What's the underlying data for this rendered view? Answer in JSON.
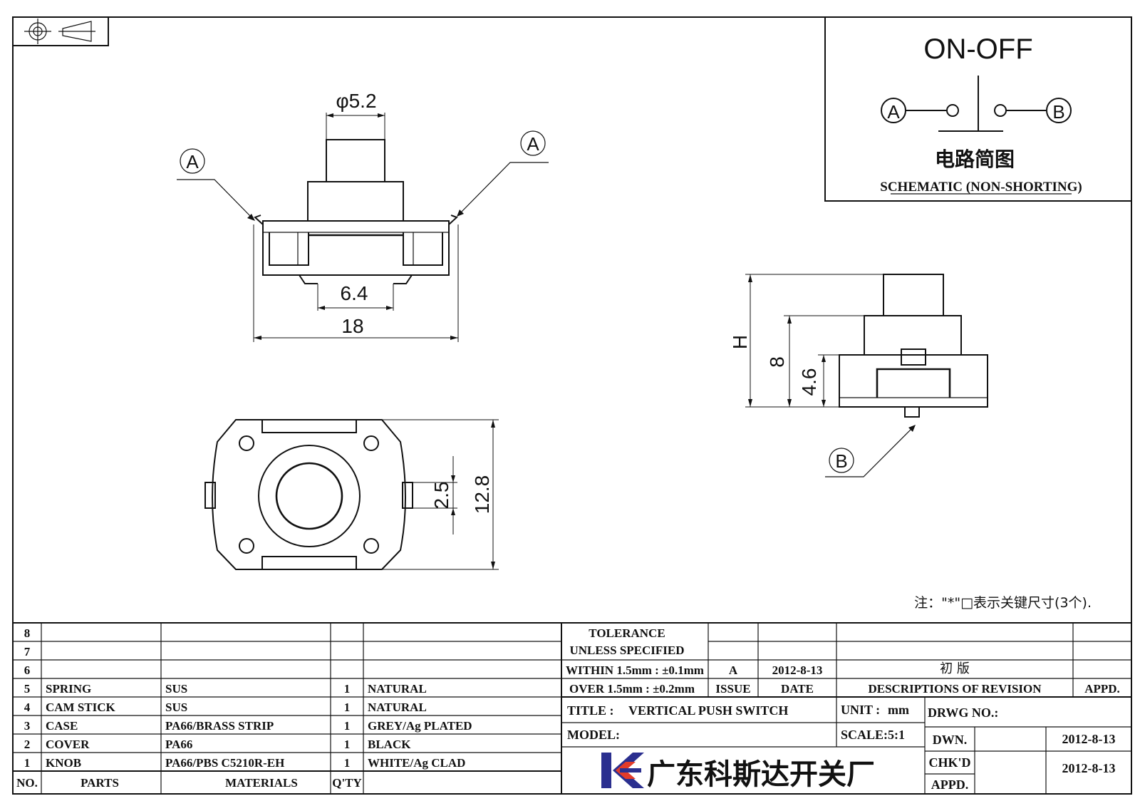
{
  "schematic": {
    "title": "ON-OFF",
    "terminal_a": "A",
    "terminal_b": "B",
    "caption_cn": "电路简图",
    "caption_en": "SCHEMATIC (NON-SHORTING)"
  },
  "front_view": {
    "callout_left": "A",
    "callout_right": "A",
    "dim_knob": "φ5.2",
    "dim_inner": "6.4",
    "dim_width": "18"
  },
  "side_view": {
    "dim_h": "H",
    "dim_8": "8",
    "dim_46": "4.6",
    "callout_b": "B"
  },
  "top_view": {
    "dim_25": "2.5",
    "dim_128": "12.8"
  },
  "note": "注：\"*\"□表示关键尺寸(3个).",
  "bom": {
    "header": {
      "no": "NO.",
      "parts": "PARTS",
      "materials": "MATERIALS",
      "qty": "Q'TY"
    },
    "rows": [
      {
        "no": "8",
        "part": "",
        "material": "",
        "qty": "",
        "finish": ""
      },
      {
        "no": "7",
        "part": "",
        "material": "",
        "qty": "",
        "finish": ""
      },
      {
        "no": "6",
        "part": "",
        "material": "",
        "qty": "",
        "finish": ""
      },
      {
        "no": "5",
        "part": "SPRING",
        "material": "SUS",
        "qty": "1",
        "finish": "NATURAL"
      },
      {
        "no": "4",
        "part": "CAM STICK",
        "material": "SUS",
        "qty": "1",
        "finish": "NATURAL"
      },
      {
        "no": "3",
        "part": "CASE",
        "material": "PA66/BRASS STRIP",
        "qty": "1",
        "finish": "GREY/Ag PLATED"
      },
      {
        "no": "2",
        "part": "COVER",
        "material": "PA66",
        "qty": "1",
        "finish": "BLACK"
      },
      {
        "no": "1",
        "part": "KNOB",
        "material": "PA66/PBS C5210R-EH",
        "qty": "1",
        "finish": "WHITE/Ag CLAD"
      }
    ]
  },
  "tolerance": {
    "line1": "TOLERANCE",
    "line2": "UNLESS SPECIFIED",
    "line3": "WITHIN 1.5mm : ±0.1mm",
    "line4": "OVER 1.5mm : ±0.2mm"
  },
  "revision": {
    "issue": "A",
    "date": "2012-8-13",
    "description": "初  版",
    "issue_label": "ISSUE",
    "date_label": "DATE",
    "desc_label": "DESCRIPTIONS OF REVISION",
    "appd_label": "APPD."
  },
  "title_block": {
    "title_label": "TITLE :",
    "title": "VERTICAL PUSH SWITCH",
    "unit_label": "UNIT :",
    "unit": "mm",
    "drwg_label": "DRWG NO.:",
    "model_label": "MODEL:",
    "scale_label": "SCALE:",
    "scale": "5:1",
    "dwn_label": "DWN.",
    "dwn_date": "2012-8-13",
    "chkd_label": "CHK'D",
    "chkd_date": "2012-8-13",
    "appd_label": "APPD.",
    "company": "广东科斯达开关厂",
    "logo_color": "#2b2f8f",
    "logo_accent": "#e23b2a"
  }
}
